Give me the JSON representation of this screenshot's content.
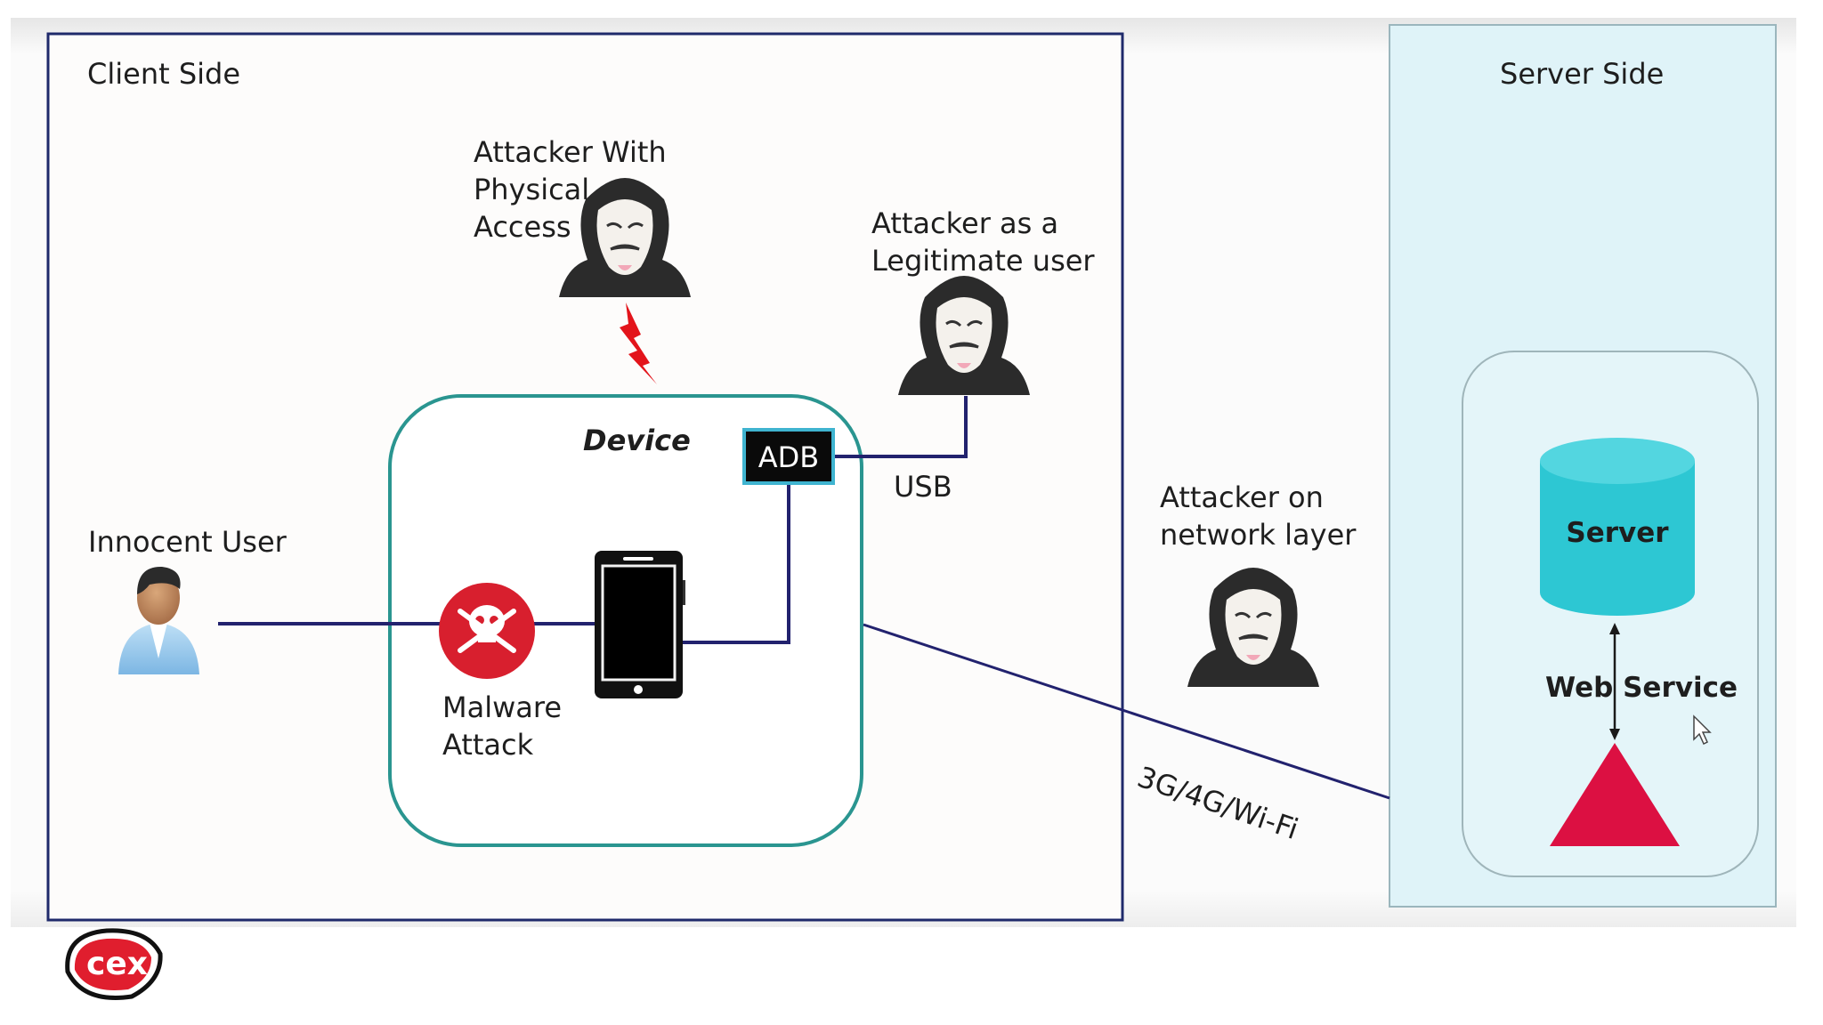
{
  "client_side": {
    "title": "Client Side"
  },
  "server_side": {
    "title": "Server Side"
  },
  "attackers": {
    "physical": "Attacker With\nPhysical\nAccess",
    "legitimate": "Attacker as a\nLegitimate user",
    "network": "Attacker on\n network layer"
  },
  "innocent_user": "Innocent User",
  "device_title": "Device",
  "adb_label": "ADB",
  "usb_label": "USB",
  "malware_label": "Malware\nAttack",
  "link_label": "3G/4G/Wi-Fi",
  "server_label": "Server",
  "web_service_label": "Web Service",
  "logo_text": "cex",
  "colors": {
    "client_border": "#1f2a6b",
    "server_fill": "#dff3f8",
    "device_border": "#2a9590",
    "connector": "#22226e",
    "cylinder": "#2dc7d3",
    "triangle": "#dc1042",
    "malware": "#d81f2e",
    "lightning": "#e3141b"
  }
}
